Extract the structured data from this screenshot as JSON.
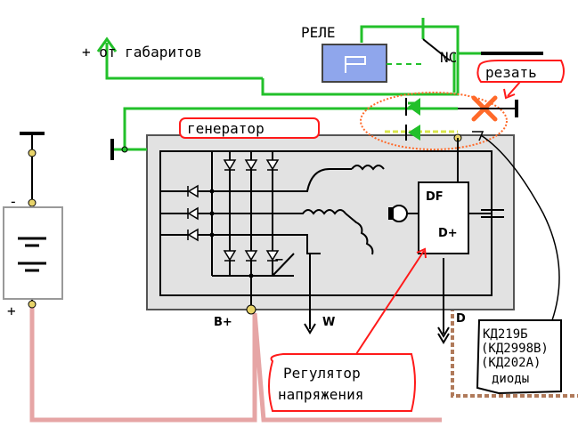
{
  "labels": {
    "gabarit": "+ от габаритов",
    "rele": "РЕЛЕ",
    "nc": "NC",
    "rezat": "резать",
    "generator": "генератор",
    "minus": "-",
    "plus": "+",
    "df": "DF",
    "dplus": "D+",
    "bplus": "B+",
    "w": "W",
    "d": "D",
    "regulator_line1": "Регулятор",
    "regulator_line2": "напряжения",
    "diodes_line1": "КД219Б",
    "diodes_line2": "(КД2998В)",
    "diodes_line3": "(КД202А)",
    "diodes_line4": "диоды"
  },
  "colors": {
    "green_wire": "#22c02a",
    "relay_fill": "#8fa6ec",
    "red_note": "#ff1a1a",
    "pink_wire": "#e6a5a5",
    "generator_body": "#e2e2e2",
    "cut_mark": "#ff6a2a",
    "diode_yellow": "#d8e64a"
  }
}
